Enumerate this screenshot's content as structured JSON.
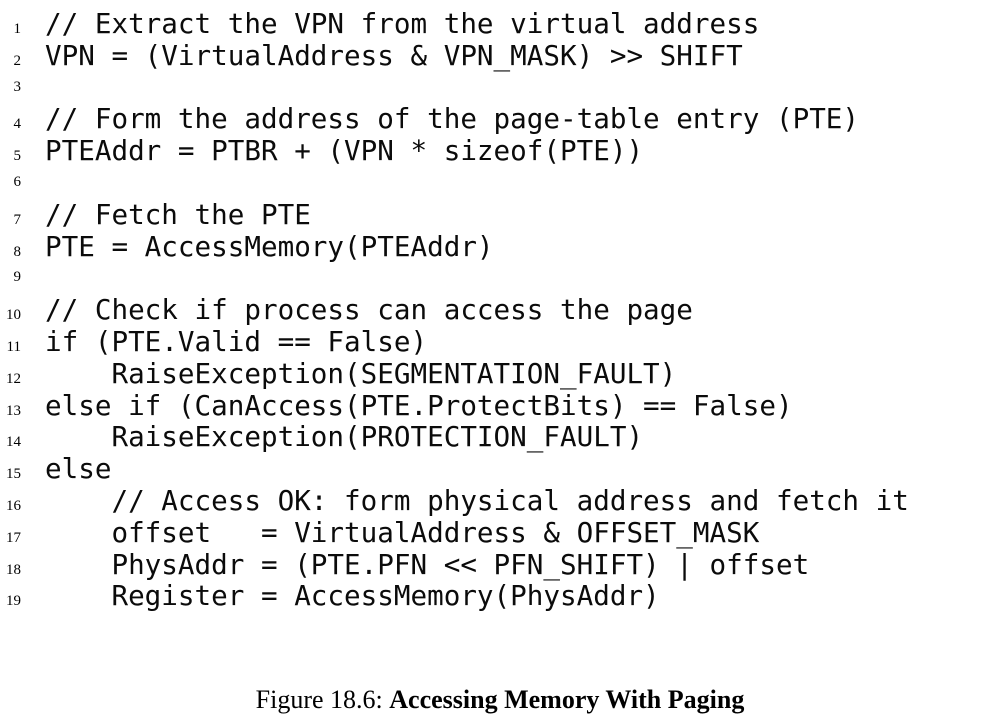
{
  "figure": {
    "caption_label": "Figure 18.6:",
    "caption_title": "Accessing Memory With Paging",
    "caption_separator": " "
  },
  "listing": {
    "language": "pseudocode",
    "first_line_number": 1,
    "last_line_number": 19,
    "lines": [
      {
        "n": "1",
        "code": "// Extract the VPN from the virtual address"
      },
      {
        "n": "2",
        "code": "VPN = (VirtualAddress & VPN_MASK) >> SHIFT"
      },
      {
        "n": "3",
        "code": ""
      },
      {
        "n": "4",
        "code": "// Form the address of the page-table entry (PTE)"
      },
      {
        "n": "5",
        "code": "PTEAddr = PTBR + (VPN * sizeof(PTE))"
      },
      {
        "n": "6",
        "code": ""
      },
      {
        "n": "7",
        "code": "// Fetch the PTE"
      },
      {
        "n": "8",
        "code": "PTE = AccessMemory(PTEAddr)"
      },
      {
        "n": "9",
        "code": ""
      },
      {
        "n": "10",
        "code": "// Check if process can access the page"
      },
      {
        "n": "11",
        "code": "if (PTE.Valid == False)"
      },
      {
        "n": "12",
        "code": "    RaiseException(SEGMENTATION_FAULT)"
      },
      {
        "n": "13",
        "code": "else if (CanAccess(PTE.ProtectBits) == False)"
      },
      {
        "n": "14",
        "code": "    RaiseException(PROTECTION_FAULT)"
      },
      {
        "n": "15",
        "code": "else"
      },
      {
        "n": "16",
        "code": "    // Access OK: form physical address and fetch it"
      },
      {
        "n": "17",
        "code": "    offset   = VirtualAddress & OFFSET_MASK"
      },
      {
        "n": "18",
        "code": "    PhysAddr = (PTE.PFN << PFN_SHIFT) | offset"
      },
      {
        "n": "19",
        "code": "    Register = AccessMemory(PhysAddr)"
      }
    ]
  },
  "colors": {
    "page_background": "#ffffff",
    "code_text": "#0b0b0b",
    "line_number_text": "#000000",
    "caption_text": "#000000"
  }
}
